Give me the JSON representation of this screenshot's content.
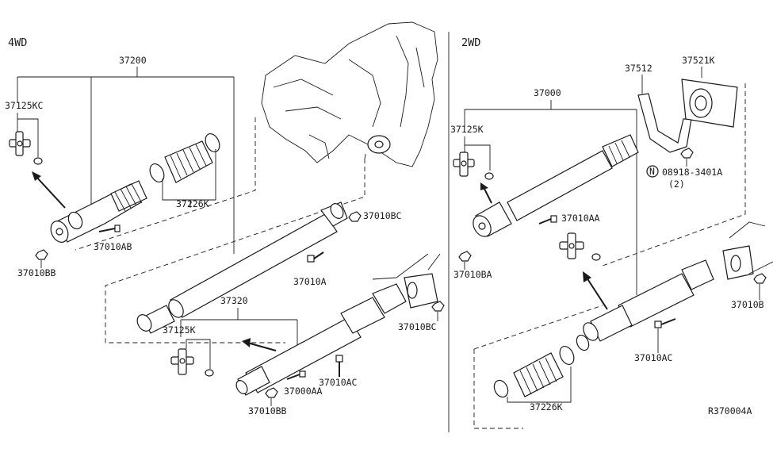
{
  "sections": {
    "left_title": "4WD",
    "right_title": "2WD"
  },
  "parts_4wd": {
    "p37200": "37200",
    "p37125KC": "37125KC",
    "p37226K": "37226K",
    "p37010AB": "37010AB",
    "p37010BB_top": "37010BB",
    "p37010BC_top": "37010BC",
    "p37010A": "37010A",
    "p37320": "37320",
    "p37125K": "37125K",
    "p37010BC_bottom": "37010BC",
    "p37010AC": "37010AC",
    "p37000AA": "37000AA",
    "p37010BB_bottom": "37010BB"
  },
  "parts_2wd": {
    "p37000": "37000",
    "p37512": "37512",
    "p37521K": "37521K",
    "p37125K": "37125K",
    "p08918": "08918-3401A",
    "n_marker": "N",
    "qty": "(2)",
    "p37010AA": "37010AA",
    "p37010BA": "37010BA",
    "p37010B": "37010B",
    "p37010AC": "37010AC",
    "p37226K": "37226K"
  },
  "diagram_code": "R370004A"
}
